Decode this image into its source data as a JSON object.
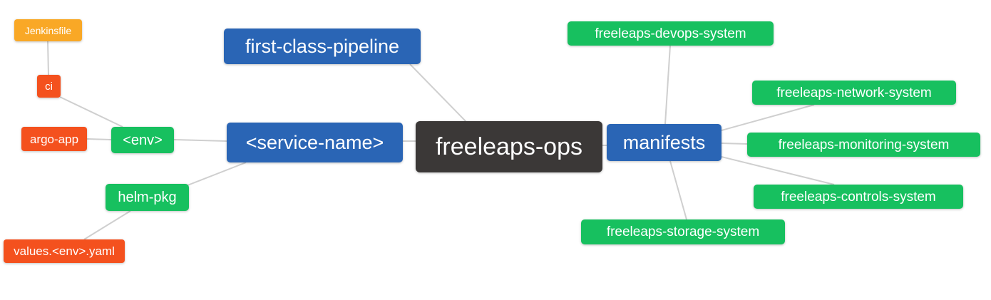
{
  "colors": {
    "blue": "#2a65b5",
    "green": "#17c05f",
    "red": "#f4511e",
    "orange": "#f9a826",
    "dark": "#3b3837",
    "text": "#ffffff",
    "edge": "#cfcfcf"
  },
  "nodes": {
    "freeleaps_ops": {
      "label": "freeleaps-ops",
      "color": "dark"
    },
    "first_class_pipeline": {
      "label": "first-class-pipeline",
      "color": "blue"
    },
    "service_name": {
      "label": "<service-name>",
      "color": "blue"
    },
    "manifests": {
      "label": "manifests",
      "color": "blue"
    },
    "env": {
      "label": "<env>",
      "color": "green"
    },
    "helm_pkg": {
      "label": "helm-pkg",
      "color": "green"
    },
    "ci": {
      "label": "ci",
      "color": "red"
    },
    "argo_app": {
      "label": "argo-app",
      "color": "red"
    },
    "jenkinsfile": {
      "label": "Jenkinsfile",
      "color": "orange"
    },
    "values_env_yaml": {
      "label": "values.<env>.yaml",
      "color": "red"
    },
    "devops_system": {
      "label": "freeleaps-devops-system",
      "color": "green"
    },
    "network_system": {
      "label": "freeleaps-network-system",
      "color": "green"
    },
    "monitoring_system": {
      "label": "freeleaps-monitoring-system",
      "color": "green"
    },
    "controls_system": {
      "label": "freeleaps-controls-system",
      "color": "green"
    },
    "storage_system": {
      "label": "freeleaps-storage-system",
      "color": "green"
    }
  },
  "edges": [
    [
      "freeleaps_ops",
      "first_class_pipeline"
    ],
    [
      "freeleaps_ops",
      "service_name"
    ],
    [
      "freeleaps_ops",
      "manifests"
    ],
    [
      "service_name",
      "env"
    ],
    [
      "service_name",
      "helm_pkg"
    ],
    [
      "env",
      "ci"
    ],
    [
      "env",
      "argo_app"
    ],
    [
      "ci",
      "jenkinsfile"
    ],
    [
      "helm_pkg",
      "values_env_yaml"
    ],
    [
      "manifests",
      "devops_system"
    ],
    [
      "manifests",
      "network_system"
    ],
    [
      "manifests",
      "monitoring_system"
    ],
    [
      "manifests",
      "controls_system"
    ],
    [
      "manifests",
      "storage_system"
    ]
  ]
}
